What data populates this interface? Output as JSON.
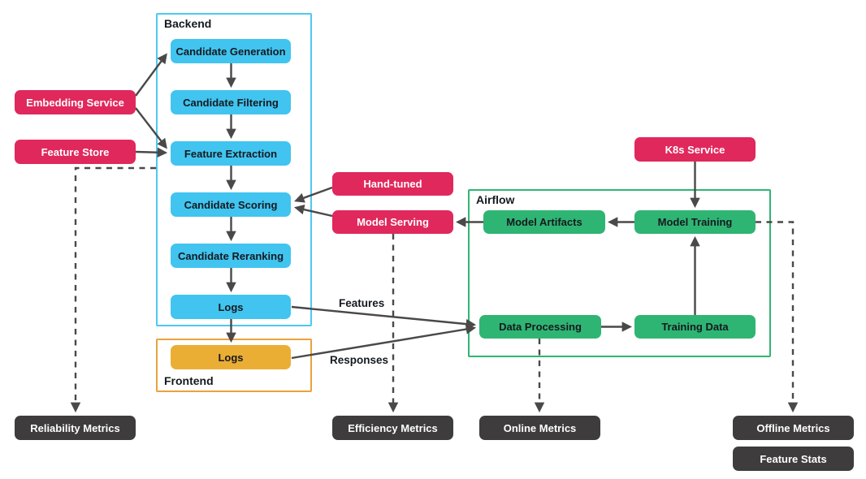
{
  "diagram": {
    "containers": {
      "backend": {
        "label": "Backend"
      },
      "frontend": {
        "label": "Frontend"
      },
      "airflow": {
        "label": "Airflow"
      }
    },
    "nodes": {
      "embedding_service": {
        "label": "Embedding Service"
      },
      "feature_store": {
        "label": "Feature Store"
      },
      "candidate_generation": {
        "label": "Candidate Generation"
      },
      "candidate_filtering": {
        "label": "Candidate Filtering"
      },
      "feature_extraction": {
        "label": "Feature Extraction"
      },
      "candidate_scoring": {
        "label": "Candidate Scoring"
      },
      "candidate_reranking": {
        "label": "Candidate Reranking"
      },
      "backend_logs": {
        "label": "Logs"
      },
      "frontend_logs": {
        "label": "Logs"
      },
      "hand_tuned": {
        "label": "Hand-tuned"
      },
      "model_serving": {
        "label": "Model Serving"
      },
      "k8s_service": {
        "label": "K8s Service"
      },
      "model_artifacts": {
        "label": "Model Artifacts"
      },
      "model_training": {
        "label": "Model Training"
      },
      "data_processing": {
        "label": "Data Processing"
      },
      "training_data": {
        "label": "Training Data"
      },
      "reliability_metrics": {
        "label": "Reliability Metrics"
      },
      "efficiency_metrics": {
        "label": "Efficiency Metrics"
      },
      "online_metrics": {
        "label": "Online Metrics"
      },
      "offline_metrics": {
        "label": "Offline Metrics"
      },
      "feature_stats": {
        "label": "Feature Stats"
      }
    },
    "edge_labels": {
      "features": "Features",
      "responses": "Responses"
    },
    "colors": {
      "pink": "#e0285c",
      "cyan": "#41c4ef",
      "green": "#2fb573",
      "yellow": "#ebae34",
      "dark": "#3e3c3c",
      "arrow_color": "#4a4848",
      "backend_border": "#4dc9f0",
      "airflow_border": "#2fb573",
      "frontend_border": "#e8a33d"
    }
  }
}
